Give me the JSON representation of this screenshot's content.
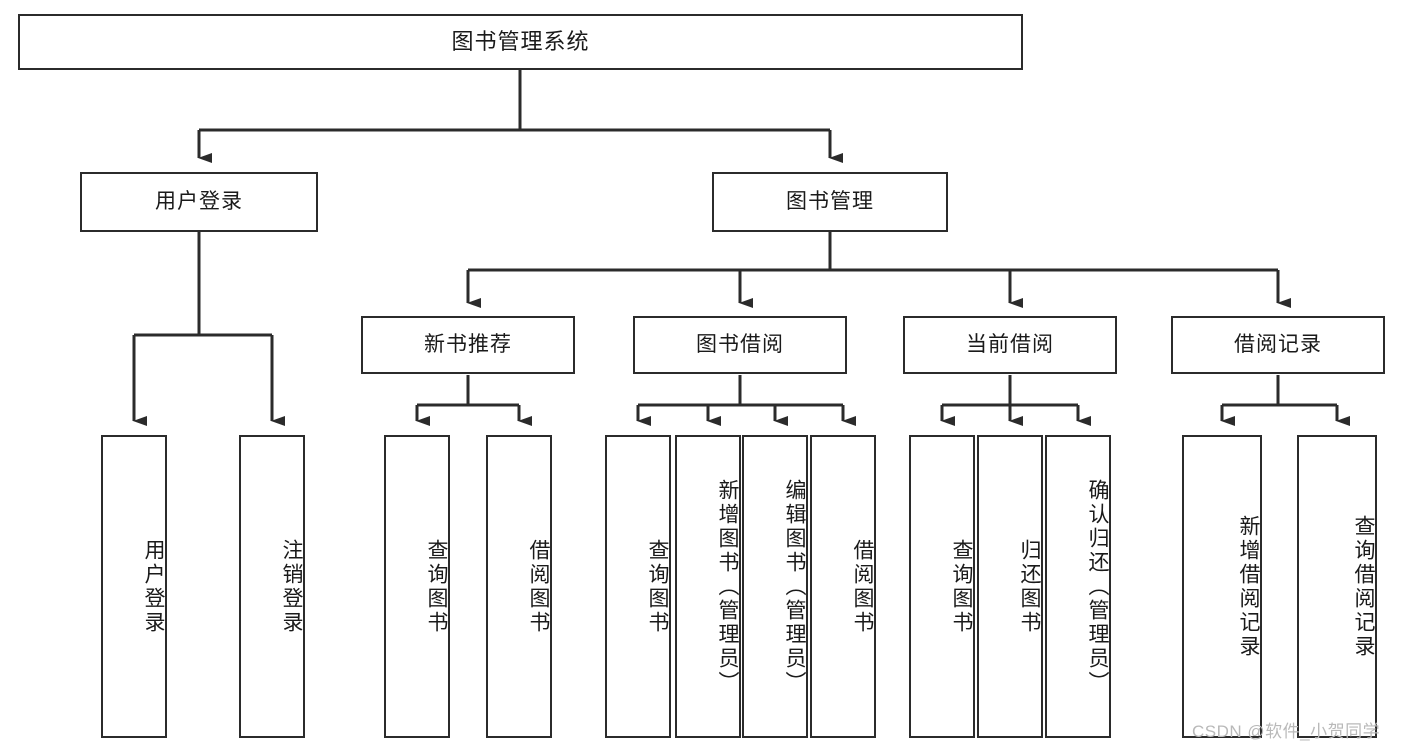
{
  "diagram": {
    "title": "图书管理系统",
    "type": "功能结构图",
    "watermark": "CSDN @软件_小贺同学",
    "colors": {
      "border": "#2b2b2b",
      "background": "#ffffff",
      "text": "#1a1a1a",
      "watermark": "#b9b9b9"
    }
  },
  "nodes": {
    "root": {
      "label": "图书管理系统"
    },
    "level2": [
      {
        "id": "user-login",
        "label": "用户登录"
      },
      {
        "id": "book-management",
        "label": "图书管理"
      }
    ],
    "level3": [
      {
        "id": "new-book-recommend",
        "label": "新书推荐"
      },
      {
        "id": "book-borrow",
        "label": "图书借阅"
      },
      {
        "id": "current-borrow",
        "label": "当前借阅"
      },
      {
        "id": "borrow-record",
        "label": "借阅记录"
      }
    ],
    "leaves": {
      "user_login": [
        {
          "id": "leaf-user-login",
          "label": "用户登录"
        },
        {
          "id": "leaf-user-logout",
          "label": "注销登录"
        }
      ],
      "new_book_recommend": [
        {
          "id": "leaf-query-book-1",
          "label": "查询图书"
        },
        {
          "id": "leaf-borrow-book-1",
          "label": "借阅图书"
        }
      ],
      "book_borrow": [
        {
          "id": "leaf-query-book-2",
          "label": "查询图书"
        },
        {
          "id": "leaf-add-book",
          "label": "新增图书（管理员）"
        },
        {
          "id": "leaf-edit-book",
          "label": "编辑图书（管理员）"
        },
        {
          "id": "leaf-borrow-book-2",
          "label": "借阅图书"
        }
      ],
      "current_borrow": [
        {
          "id": "leaf-query-book-3",
          "label": "查询图书"
        },
        {
          "id": "leaf-return-book",
          "label": "归还图书"
        },
        {
          "id": "leaf-confirm-return",
          "label": "确认归还（管理员）"
        }
      ],
      "borrow_record": [
        {
          "id": "leaf-add-record",
          "label": "新增借阅记录"
        },
        {
          "id": "leaf-query-record",
          "label": "查询借阅记录"
        }
      ]
    }
  },
  "chart_data": {
    "type": "tree-diagram",
    "title": "图书管理系统",
    "orientation": "top-down",
    "levels": 4,
    "tree": {
      "label": "图书管理系统",
      "children": [
        {
          "label": "用户登录",
          "children": [
            {
              "label": "用户登录"
            },
            {
              "label": "注销登录"
            }
          ]
        },
        {
          "label": "图书管理",
          "children": [
            {
              "label": "新书推荐",
              "children": [
                {
                  "label": "查询图书"
                },
                {
                  "label": "借阅图书"
                }
              ]
            },
            {
              "label": "图书借阅",
              "children": [
                {
                  "label": "查询图书"
                },
                {
                  "label": "新增图书（管理员）"
                },
                {
                  "label": "编辑图书（管理员）"
                },
                {
                  "label": "借阅图书"
                }
              ]
            },
            {
              "label": "当前借阅",
              "children": [
                {
                  "label": "查询图书"
                },
                {
                  "label": "归还图书"
                },
                {
                  "label": "确认归还（管理员）"
                }
              ]
            },
            {
              "label": "借阅记录",
              "children": [
                {
                  "label": "新增借阅记录"
                },
                {
                  "label": "查询借阅记录"
                }
              ]
            }
          ]
        }
      ]
    }
  }
}
